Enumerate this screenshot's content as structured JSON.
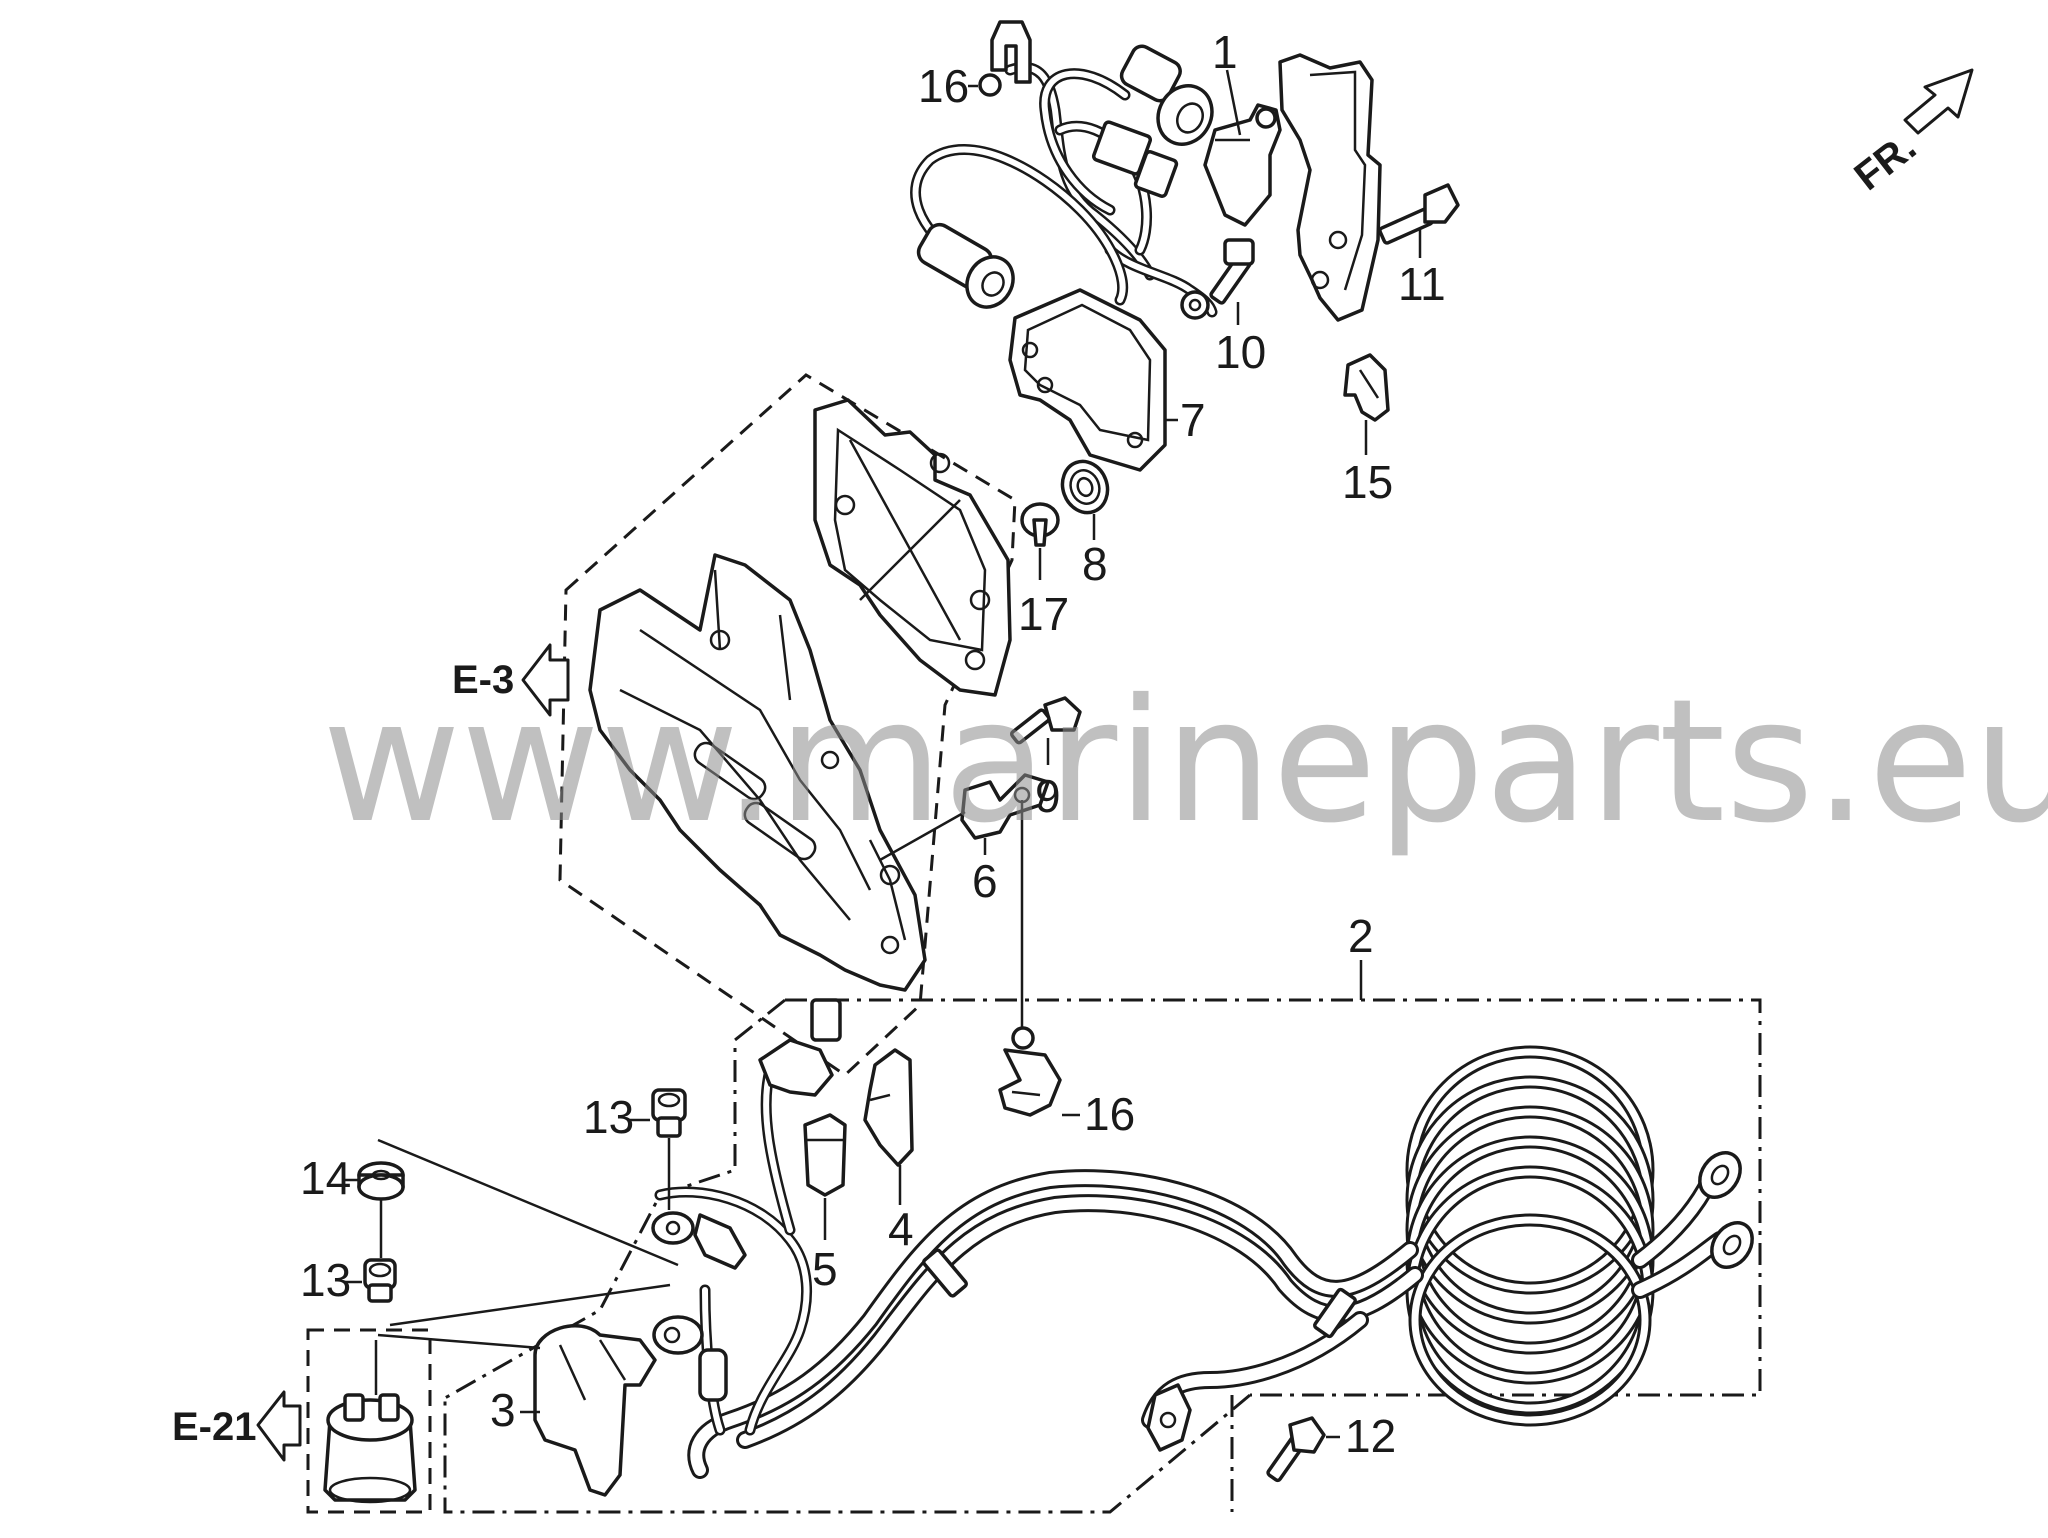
{
  "callouts": {
    "c1": "1",
    "c2": "2",
    "c3": "3",
    "c4": "4",
    "c5": "5",
    "c6": "6",
    "c7": "7",
    "c8": "8",
    "c9": "9",
    "c10": "10",
    "c11": "11",
    "c12": "12",
    "c13a": "13",
    "c13b": "13",
    "c14": "14",
    "c15": "15",
    "c16a": "16",
    "c16b": "16",
    "c17": "17"
  },
  "refs": {
    "e3": "E-3",
    "e21": "E-21",
    "front": "FR."
  },
  "watermark": "www.marineparts.eu"
}
